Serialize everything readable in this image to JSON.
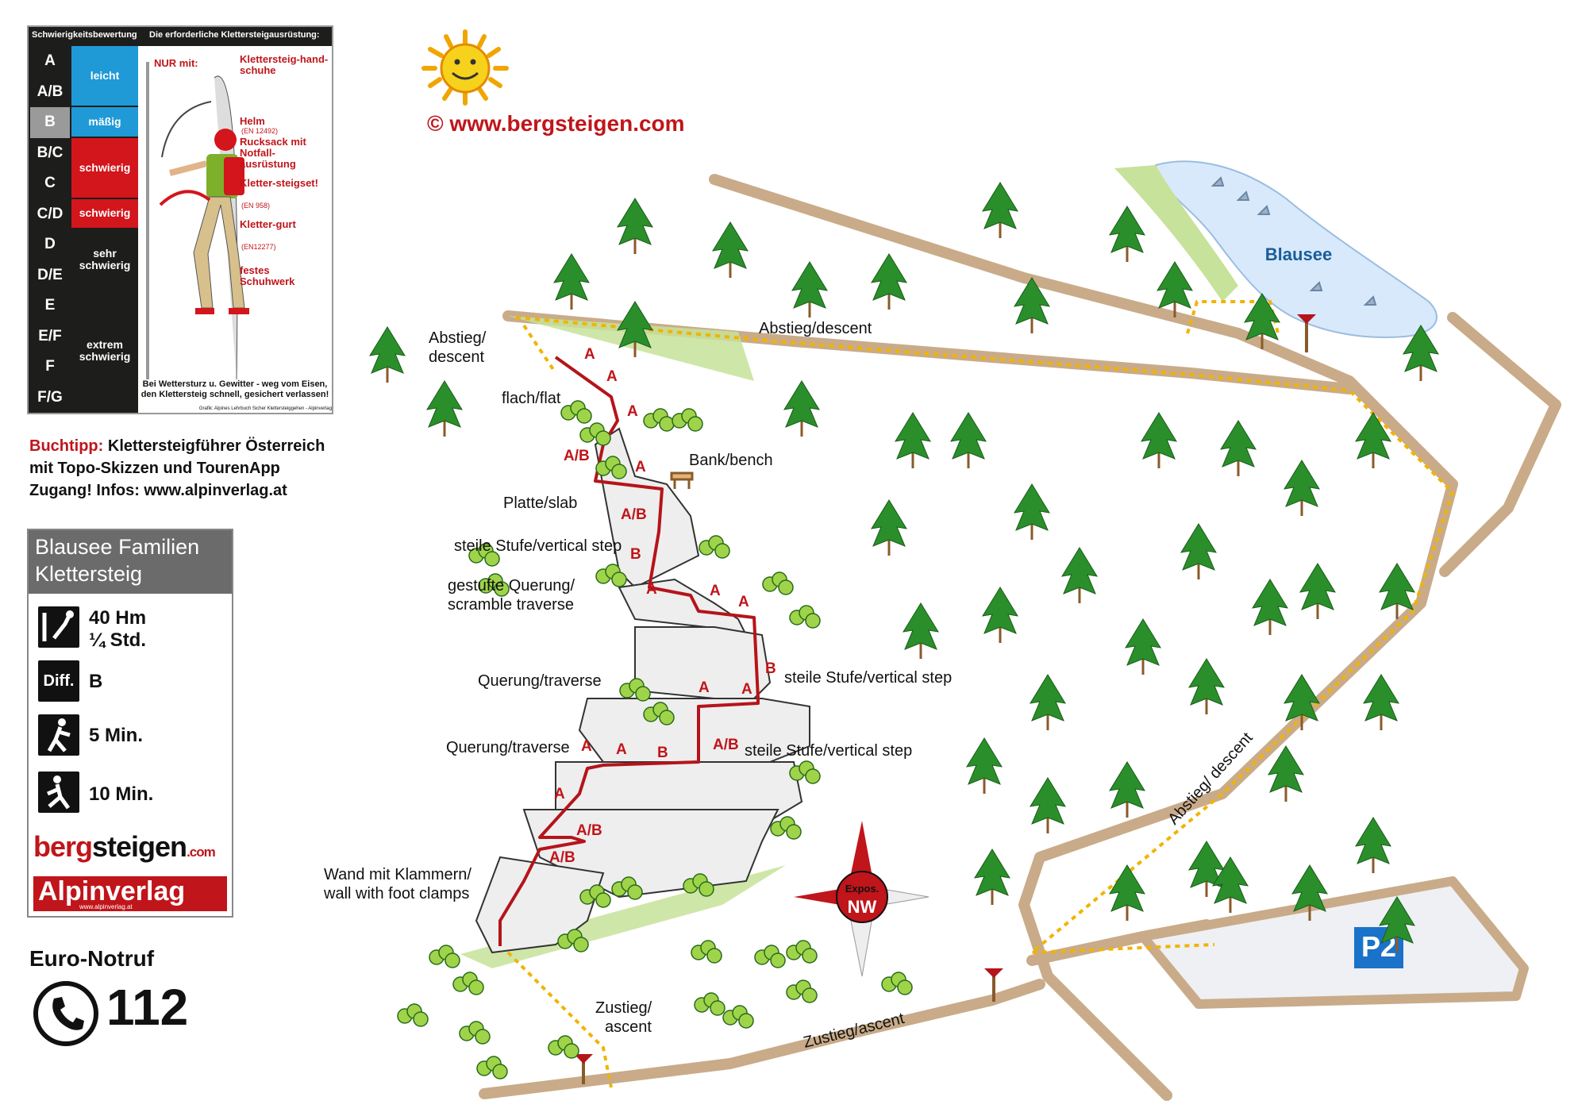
{
  "header": {
    "copyright": "©  www.bergsteigen.com",
    "sun_icon": "sun-smiley-icon"
  },
  "difficulty_scale": {
    "heading_left": "Schwierigkeitsbewertung",
    "heading_right": "Die erforderliche Klettersteigausrüstung:",
    "grades": [
      "A",
      "A/B",
      "B",
      "B/C",
      "C",
      "C/D",
      "D",
      "D/E",
      "E",
      "E/F",
      "F",
      "F/G"
    ],
    "highlighted_grade": "B",
    "bands": [
      {
        "label": "leicht",
        "color": "#1f9ad6"
      },
      {
        "label": "mäßig",
        "color": "#1f9ad6"
      },
      {
        "label": "schwierig",
        "color": "#d3151c"
      },
      {
        "label": "schwierig",
        "color": "#d3151c"
      },
      {
        "label": "sehr schwierig",
        "color": "#1d1d1b"
      },
      {
        "label": "extrem schwierig",
        "color": "#1d1d1b"
      }
    ],
    "equipment_intro": "NUR mit:",
    "equipment": [
      {
        "label": "Klettersteig-hand-schuhe",
        "norm": ""
      },
      {
        "label": "Helm",
        "norm": "(EN 12492)"
      },
      {
        "label": "Rucksack mit Notfall-ausrüstung",
        "norm": ""
      },
      {
        "label": "Kletter-steigset!",
        "norm": "(EN 958)"
      },
      {
        "label": "Kletter-gurt",
        "norm": "(EN12277)"
      },
      {
        "label": "festes Schuhwerk",
        "norm": ""
      }
    ],
    "warning": "Bei Wettersturz u. Gewitter - weg vom Eisen, den Klettersteig schnell, gesichert verlassen!",
    "credit": "Grafik: Alpines Lehrbuch Sicher Klettersteiggehen - Alpinverlag"
  },
  "book_tip": {
    "prefix": "Buchtipp:",
    "line1": " Klettersteigführer Österreich",
    "line2": "mit Topo-Skizzen und TourenApp",
    "line3": "Zugang! Infos: www.alpinverlag.at"
  },
  "info_card": {
    "title": "Blausee Familien Klettersteig",
    "height_meters": "40 Hm",
    "duration": "¼ Std.",
    "difficulty_badge": "Diff.",
    "difficulty": "B",
    "approach_time": "5 Min.",
    "descent_time": "10 Min.",
    "logo_bergsteigen_a": "berg",
    "logo_bergsteigen_b": "steigen",
    "logo_bergsteigen_c": ".com",
    "logo_alpinverlag": "Alpinverlag",
    "logo_alpinverlag_url": "www.alpinverlag.at"
  },
  "emergency": {
    "label": "Euro-Notruf",
    "number": "112"
  },
  "map": {
    "lake": "Blausee",
    "parking": "P2",
    "exposition_label": "Expos.",
    "exposition": "NW",
    "road_labels": {
      "descent_top": "Abstieg/descent",
      "descent_side": "Abstieg/ descent",
      "ascent_road": "Zustieg/ascent"
    },
    "route_labels": {
      "descent_start_1": "Abstieg/",
      "descent_start_2": "descent",
      "flat": "flach/flat",
      "bench": "Bank/bench",
      "slab": "Platte/slab",
      "vertical_step_1": "steile Stufe/vertical step",
      "scramble_1": "gestufte Querung/",
      "scramble_2": "scramble traverse",
      "vertical_step_2": "steile Stufe/vertical step",
      "traverse_1": "Querung/traverse",
      "traverse_2": "Querung/traverse",
      "vertical_step_3": "steile Stufe/vertical step",
      "wall_1": "Wand mit Klammern/",
      "wall_2": "wall with foot clamps",
      "ascent_1": "Zustieg/",
      "ascent_2": "ascent"
    },
    "grade_marks": [
      "A",
      "A",
      "A",
      "A/B",
      "A",
      "A/B",
      "B",
      "A",
      "A",
      "A",
      "B",
      "A",
      "A",
      "A",
      "A",
      "B",
      "A/B",
      "A",
      "A/B",
      "A/B"
    ]
  },
  "colors": {
    "route": "#b5141a",
    "road": "#c8ab8a",
    "trail": "#f0b400",
    "tree": "#2a8f2a",
    "lake": "#d8e9fb"
  }
}
